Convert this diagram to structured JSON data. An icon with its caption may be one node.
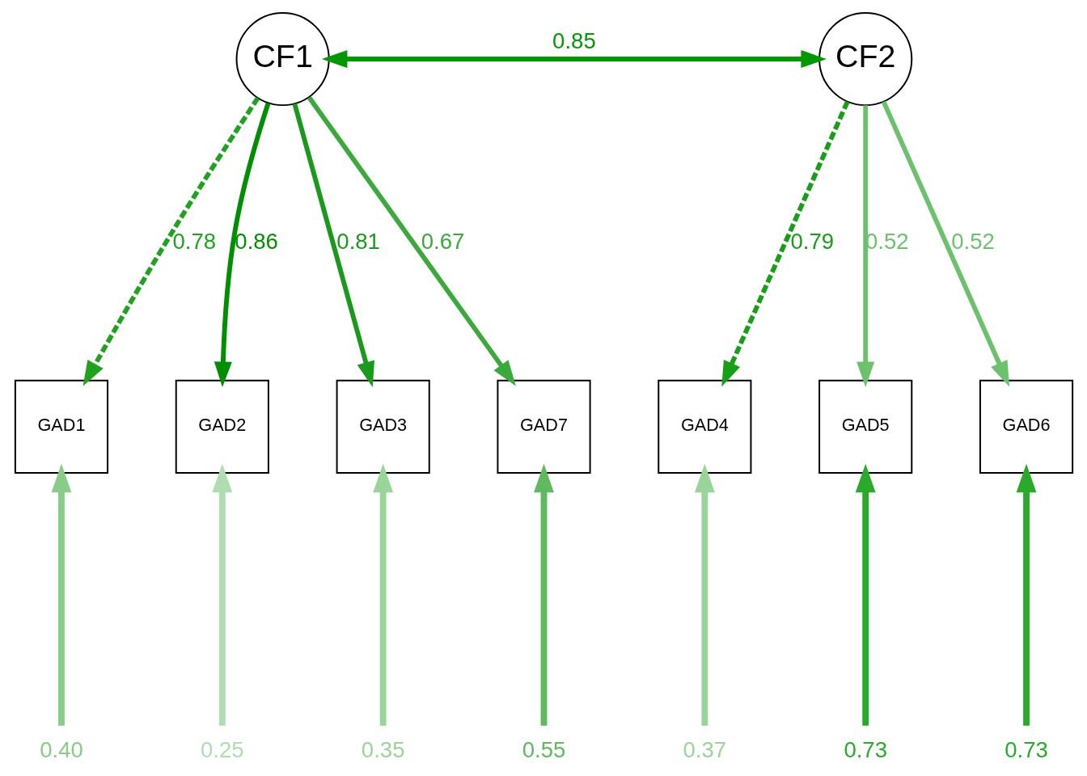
{
  "diagram": {
    "nodes": [
      {
        "text": [
          "CF1"
        ]
      },
      {
        "text": [
          "CF2"
        ]
      },
      {
        "text": [
          "GAD1"
        ]
      },
      {
        "text": [
          "GAD2"
        ]
      },
      {
        "text": [
          "GAD3"
        ]
      },
      {
        "text": [
          "GAD7"
        ]
      },
      {
        "text": [
          "GAD4"
        ]
      },
      {
        "text": [
          "GAD5"
        ]
      },
      {
        "text": [
          "GAD6"
        ]
      }
    ],
    "edges": [
      {
        "from": 0,
        "to": 1,
        "arrow": "both",
        "label": "0.85",
        "color": "#009900"
      },
      {
        "from": 0,
        "to": 2,
        "arrow": "to",
        "label": "0.78",
        "style": "dashed",
        "color": "#1fa31f"
      },
      {
        "from": 0,
        "to": 3,
        "arrow": "to",
        "label": "0.86",
        "color": "#008f00"
      },
      {
        "from": 0,
        "to": 4,
        "arrow": "to",
        "label": "0.81",
        "color": "#1a9a1a"
      },
      {
        "from": 0,
        "to": 5,
        "arrow": "to",
        "label": "0.67",
        "color": "#3aaa3a"
      },
      {
        "from": 1,
        "to": 6,
        "arrow": "to",
        "label": "0.79",
        "style": "dashed",
        "color": "#15a015"
      },
      {
        "from": 1,
        "to": 7,
        "arrow": "to",
        "label": "0.52",
        "color": "#6cc26c"
      },
      {
        "from": 1,
        "to": 8,
        "arrow": "to",
        "label": "0.52",
        "color": "#6cc26c"
      },
      {
        "from": null,
        "to": 2,
        "arrow": "to",
        "label": "0.40",
        "color": "#88cc88"
      },
      {
        "from": null,
        "to": 3,
        "arrow": "to",
        "label": "0.25",
        "color": "#b0ddb0"
      },
      {
        "from": null,
        "to": 4,
        "arrow": "to",
        "label": "0.35",
        "color": "#99d499"
      },
      {
        "from": null,
        "to": 5,
        "arrow": "to",
        "label": "0.55",
        "color": "#5fb95f"
      },
      {
        "from": null,
        "to": 6,
        "arrow": "to",
        "label": "0.37",
        "color": "#99d499"
      },
      {
        "from": null,
        "to": 7,
        "arrow": "to",
        "label": "0.73",
        "color": "#2aaa2a"
      },
      {
        "from": null,
        "to": 8,
        "arrow": "to",
        "label": "0.73",
        "color": "#2aaa2a"
      }
    ]
  }
}
